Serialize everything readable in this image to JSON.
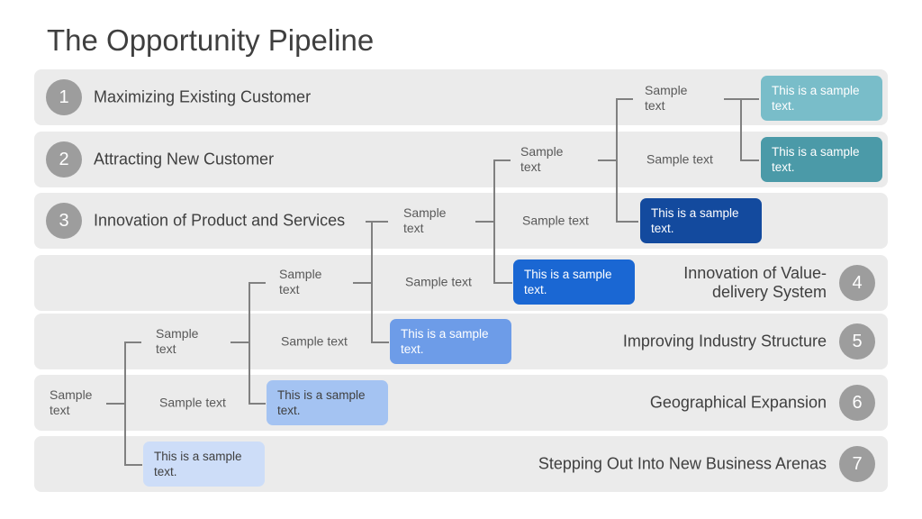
{
  "title": "The Opportunity Pipeline",
  "rows": [
    {
      "num": "1",
      "label": "Maximizing Existing Customer"
    },
    {
      "num": "2",
      "label": "Attracting New Customer"
    },
    {
      "num": "3",
      "label": "Innovation of Product and Services"
    },
    {
      "num": "4",
      "label": "Innovation of Value-delivery System"
    },
    {
      "num": "5",
      "label": "Improving Industry Structure"
    },
    {
      "num": "6",
      "label": "Geographical Expansion"
    },
    {
      "num": "7",
      "label": "Stepping Out Into New Business Arenas"
    }
  ],
  "connector_label": "Sample text",
  "boxes": [
    {
      "text": "This is a sample text.",
      "bg": "#79bdc9",
      "fg": "#ffffff"
    },
    {
      "text": "This is a sample text.",
      "bg": "#4b9aa8",
      "fg": "#ffffff"
    },
    {
      "text": "This is a sample text.",
      "bg": "#134a9e",
      "fg": "#ffffff"
    },
    {
      "text": "This is a sample text.",
      "bg": "#1a67d3",
      "fg": "#ffffff"
    },
    {
      "text": "This is a sample text.",
      "bg": "#6d9ce8",
      "fg": "#ffffff"
    },
    {
      "text": "This is a sample text.",
      "bg": "#a4c3f2",
      "fg": "#3f3f3f"
    },
    {
      "text": "This is a sample text.",
      "bg": "#cdddf8",
      "fg": "#3f3f3f"
    }
  ],
  "colors": {
    "canvas": "#ffffff",
    "band": "#ebebeb",
    "circle": "#9d9d9d",
    "circle-text": "#ffffff",
    "row-text": "#3f3f3f",
    "title-text": "#3f3f3f",
    "sample-text": "#595959",
    "line": "#808080"
  }
}
